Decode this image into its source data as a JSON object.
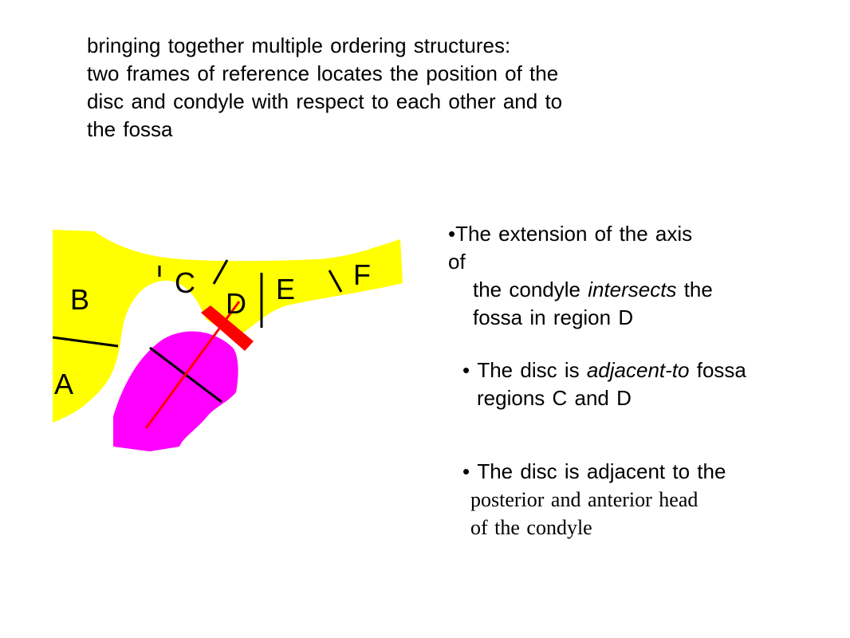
{
  "title": {
    "lines": [
      "bringing together multiple ordering structures:",
      "two frames of reference locates the position of the",
      "disc and condyle with respect to each other and to",
      "the fossa"
    ]
  },
  "diagram": {
    "labels": {
      "a": "A",
      "b": "B",
      "c": "C",
      "d": "D",
      "e": "E",
      "f": "F"
    },
    "colors": {
      "fossa": "#ffff00",
      "condyle": "#ff00ff",
      "axis_and_disc": "#ff0000",
      "dividers": "#000000"
    }
  },
  "bullets": {
    "b1": {
      "bullet": "•",
      "line1": "The extension of the axis",
      "line2": "of",
      "line3_pre": "the condyle ",
      "line3_em": "intersects",
      "line3_post": " the",
      "line4": "fossa in region D"
    },
    "b2": {
      "bullet": "•",
      "line1_pre": "The disc is ",
      "line1_em": "adjacent-to",
      "line1_post": " fossa",
      "line2": "regions C and D"
    },
    "b3": {
      "bullet": "•",
      "line1": "The disc is adjacent to the",
      "line2": "posterior and anterior  head",
      "line3": "of the condyle"
    }
  }
}
